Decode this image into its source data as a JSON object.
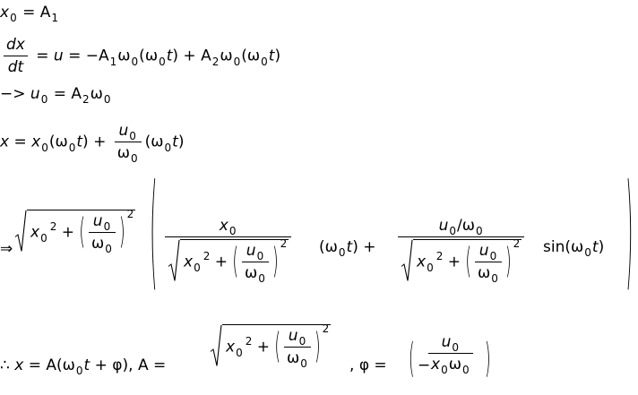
{
  "sym": {
    "x": "x",
    "u": "u",
    "t": "t",
    "A": "A",
    "omega": "ω",
    "phi": "φ",
    "dx": "dx",
    "dt": "dt",
    "zero": "0",
    "one": "1",
    "two": "2",
    "eq": " = ",
    "plus": " + ",
    "lp": "(",
    "rp": ")",
    "minusA": " = −A",
    "arrow": "−> ",
    "implies": "⇒",
    "therefore": "∴ ",
    "comma": ", ",
    "slash": "/",
    "sin": " sin",
    "minus": "−"
  }
}
